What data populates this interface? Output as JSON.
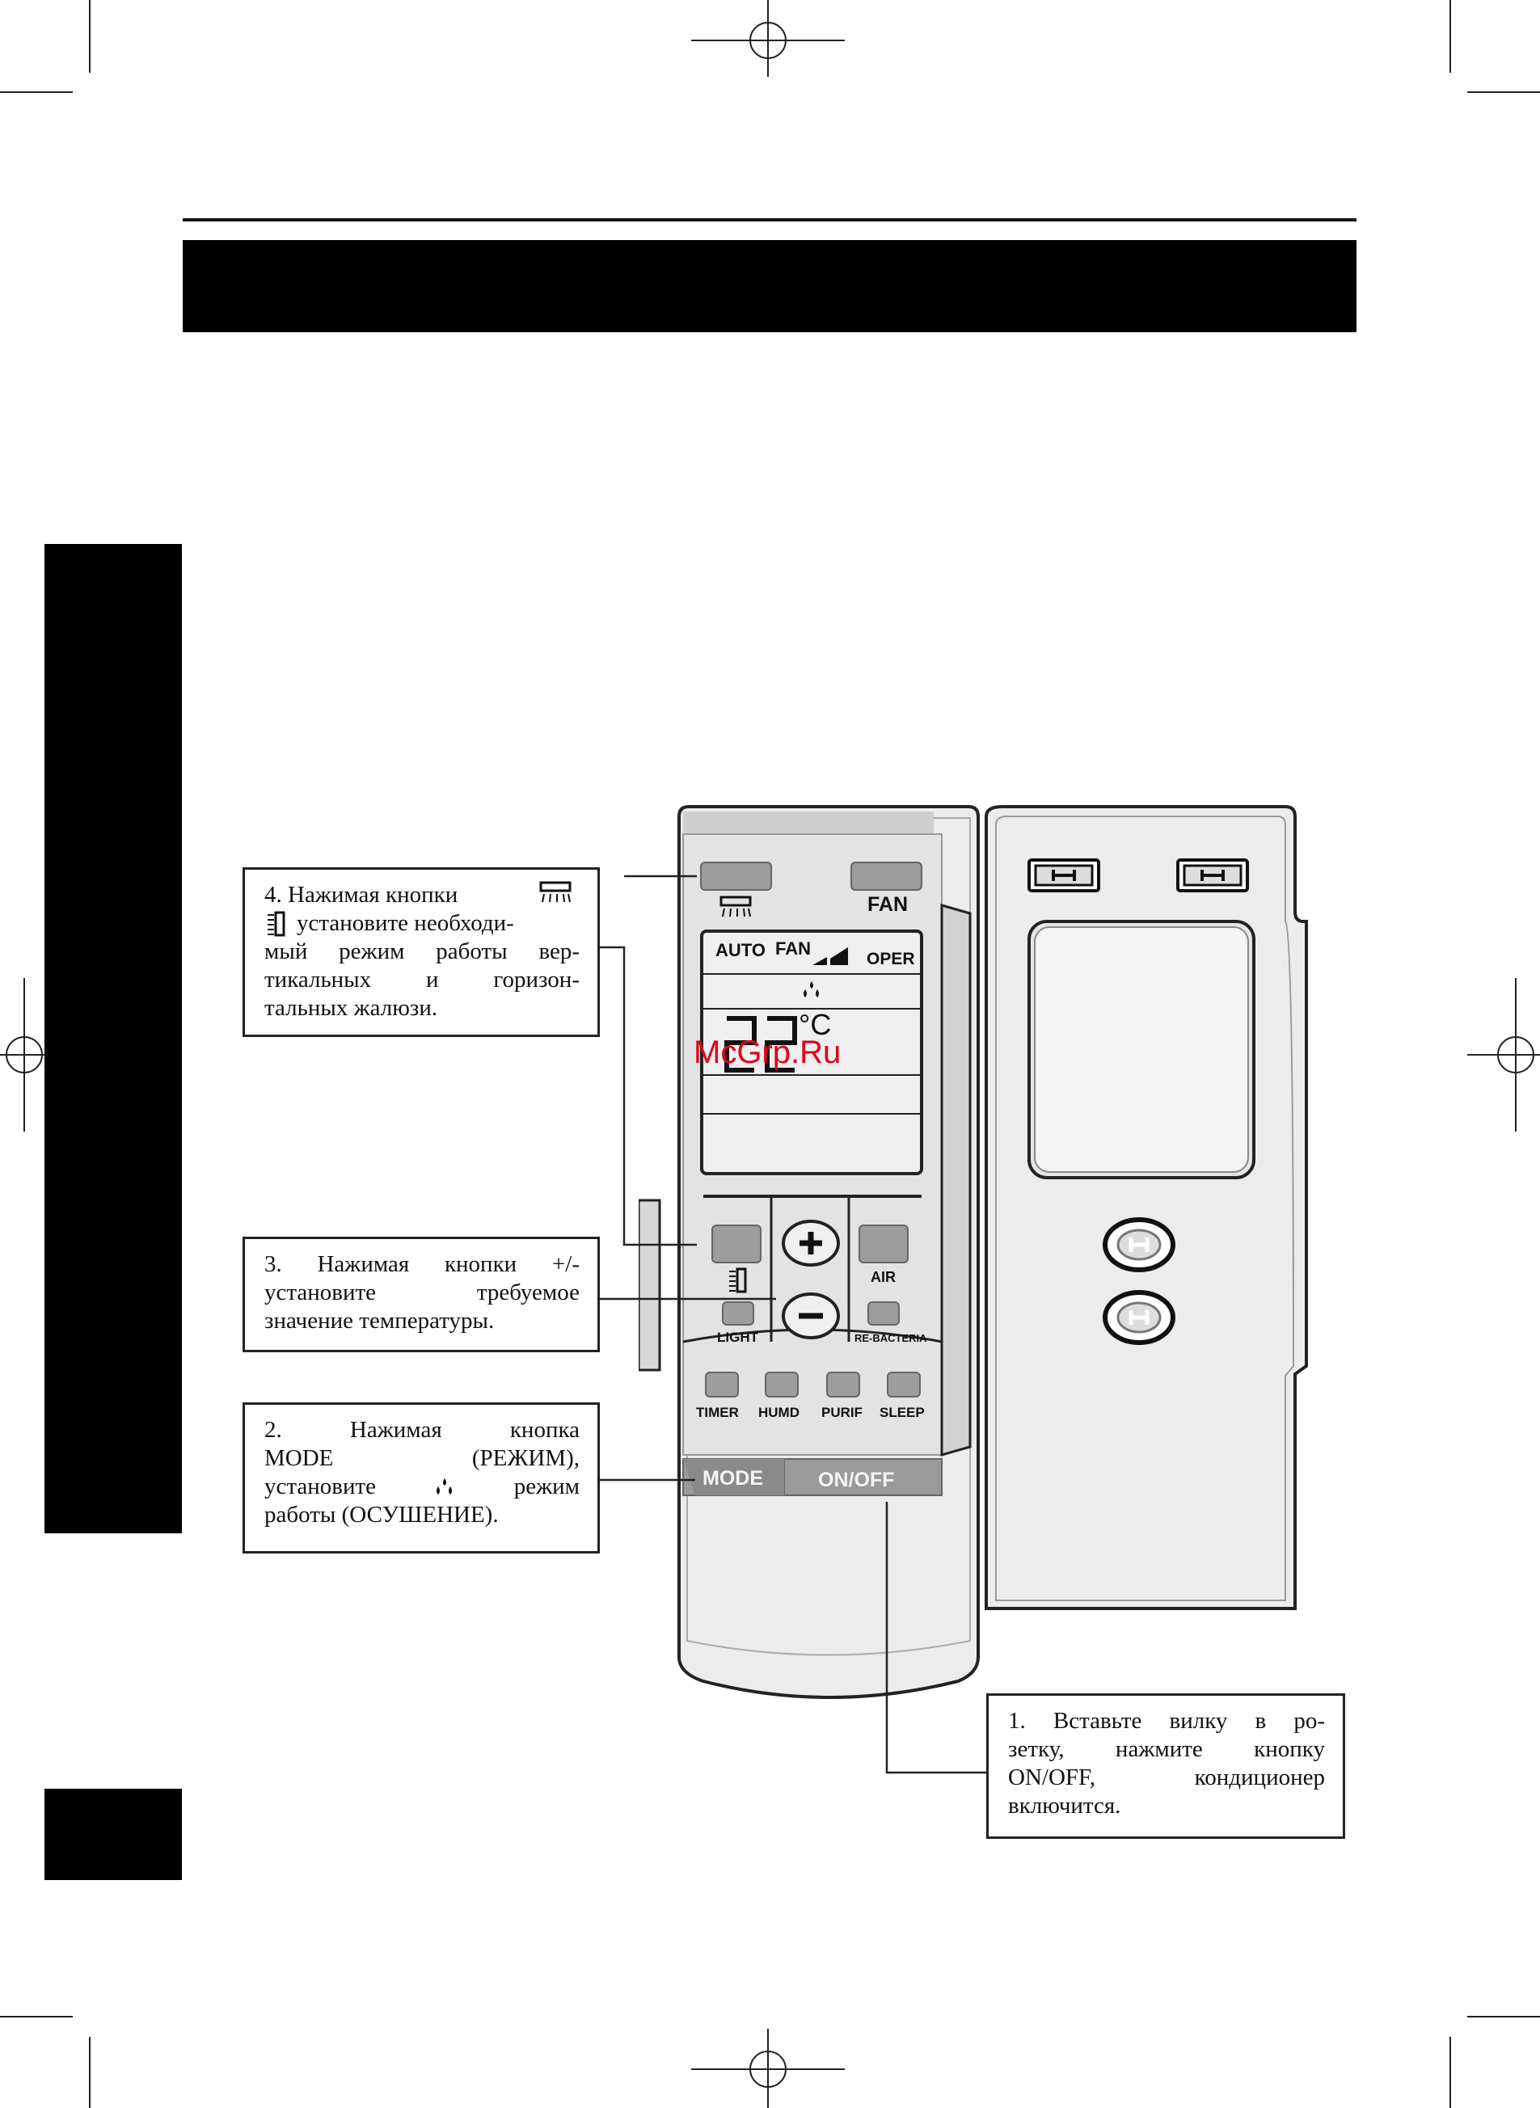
{
  "callouts": {
    "step4": {
      "lines": [
        "4. Нажимая кнопки",
        "установите необходи-",
        "мый режим работы вер-",
        "тикальных и горизон-",
        "тальных жалюзи."
      ]
    },
    "step3": {
      "lines": [
        "3. Нажимая кнопки +/-",
        "установите требуемое",
        "значение температуры."
      ]
    },
    "step2": {
      "lines": [
        "2. Нажимая кнопка",
        "MODE (РЕЖИМ),",
        "установите",
        "режим",
        "работы (ОСУШЕНИЕ)."
      ]
    },
    "step1": {
      "lines": [
        "1. Вставьте вилку в ро-",
        "зетку, нажмите кнопку",
        "ON/OFF, кондиционер",
        "включится."
      ]
    }
  },
  "remote": {
    "fan_label": "FAN",
    "lcd": {
      "auto": "AUTO",
      "fan": "FAN",
      "oper": "OPER",
      "temperature": "22",
      "unit": "°C"
    },
    "plus_label": "+",
    "minus_label": "−",
    "air_label": "AIR",
    "light_label": "LIGHT",
    "rebacteria_label": "RE-BACTERIA",
    "timer_label": "TIMER",
    "humd_label": "HUMD",
    "purif_label": "PURIF",
    "sleep_label": "SLEEP",
    "mode_label": "MODE",
    "onoff_label": "ON/OFF"
  },
  "watermark": "McGrp.Ru",
  "colors": {
    "button_gray": "#9d9d9d",
    "remote_body": "#ececec",
    "watermark": "#e0001a"
  },
  "icons": [
    "swing-horizontal-icon",
    "swing-vertical-icon",
    "dry-mode-icon",
    "signal-level-icon",
    "hinge-clip-icon",
    "battery-cover-button-icon"
  ]
}
